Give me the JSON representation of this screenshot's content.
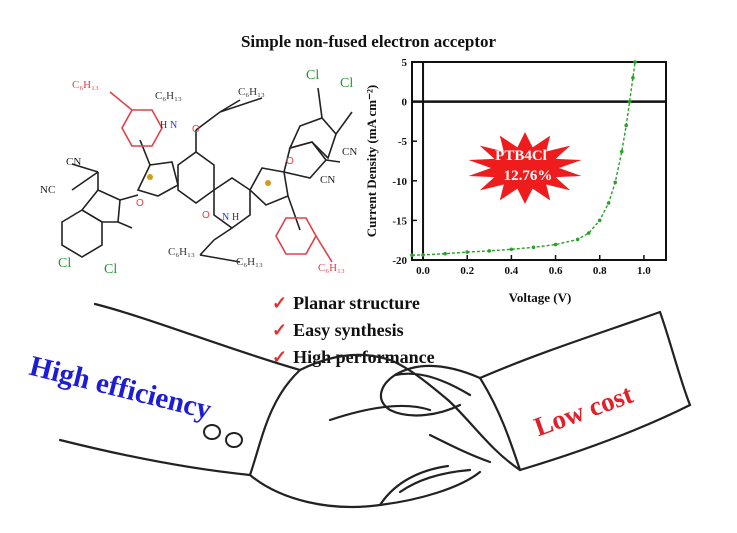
{
  "title": "Simple non-fused electron acceptor",
  "molecule": {
    "labels": {
      "c6h13_top_left": "C₆H₁₃",
      "c6h13_bottom_right": "C₆H₁₃",
      "c6h13_upper_branch_1": "C₆H₁₃",
      "c6h13_upper_branch_2": "C₆H₁₃",
      "c6h13_lower_branch_1": "C₆H₁₃",
      "c6h13_lower_branch_2": "C₆H₁₃",
      "cn_left_1": "CN",
      "cn_left_2": "NC",
      "cn_right_1": "CN",
      "cn_right_2": "CN",
      "cl_left_1": "Cl",
      "cl_left_2": "Cl",
      "cl_right_1": "Cl",
      "cl_right_2": "Cl",
      "n_upper": "N",
      "n_lower": "N",
      "h_upper": "H",
      "h_lower": "H"
    },
    "colors": {
      "thiophene_sidechain": "#e0404a",
      "chlorine": "#1a9a2a",
      "sulfur": "#d69a1a",
      "oxygen": "#e04040",
      "nitrogen": "#2a3ad0"
    }
  },
  "chart_data": {
    "type": "line",
    "title": "",
    "xlabel": "Voltage (V)",
    "ylabel": "Current Density (mA cm⁻²)",
    "xlim": [
      -0.05,
      1.1
    ],
    "ylim": [
      -20,
      5
    ],
    "xticks": [
      0.0,
      0.2,
      0.4,
      0.6,
      0.8,
      1.0
    ],
    "xtick_labels": [
      "0.0",
      "0.2",
      "0.4",
      "0.6",
      "0.8",
      "1.0"
    ],
    "yticks": [
      5,
      0,
      -5,
      -10,
      -15,
      -20
    ],
    "ytick_labels": [
      "5",
      "0",
      "-5",
      "-10",
      "-15",
      "-20"
    ],
    "annotation": {
      "line1": "PTB4Cl",
      "line2": "12.76%",
      "color": "#ee1c1c"
    },
    "series": [
      {
        "color": "#2aa02a",
        "points": [
          [
            -0.05,
            -19.4
          ],
          [
            0.0,
            -19.35
          ],
          [
            0.1,
            -19.2
          ],
          [
            0.2,
            -19.0
          ],
          [
            0.3,
            -18.85
          ],
          [
            0.4,
            -18.65
          ],
          [
            0.5,
            -18.4
          ],
          [
            0.6,
            -18.05
          ],
          [
            0.7,
            -17.4
          ],
          [
            0.75,
            -16.6
          ],
          [
            0.8,
            -15.0
          ],
          [
            0.84,
            -12.8
          ],
          [
            0.87,
            -10.2
          ],
          [
            0.9,
            -6.3
          ],
          [
            0.92,
            -3.0
          ],
          [
            0.935,
            0.0
          ],
          [
            0.95,
            3.0
          ],
          [
            0.96,
            5.0
          ]
        ]
      }
    ]
  },
  "features": {
    "check": "✓",
    "items": [
      "Planar structure",
      "Easy synthesis",
      "High performance"
    ]
  },
  "handshake": {
    "left_text": "High efficiency",
    "right_text": "Low cost",
    "left_color": "#1d1dd6",
    "right_color": "#e0202a"
  }
}
